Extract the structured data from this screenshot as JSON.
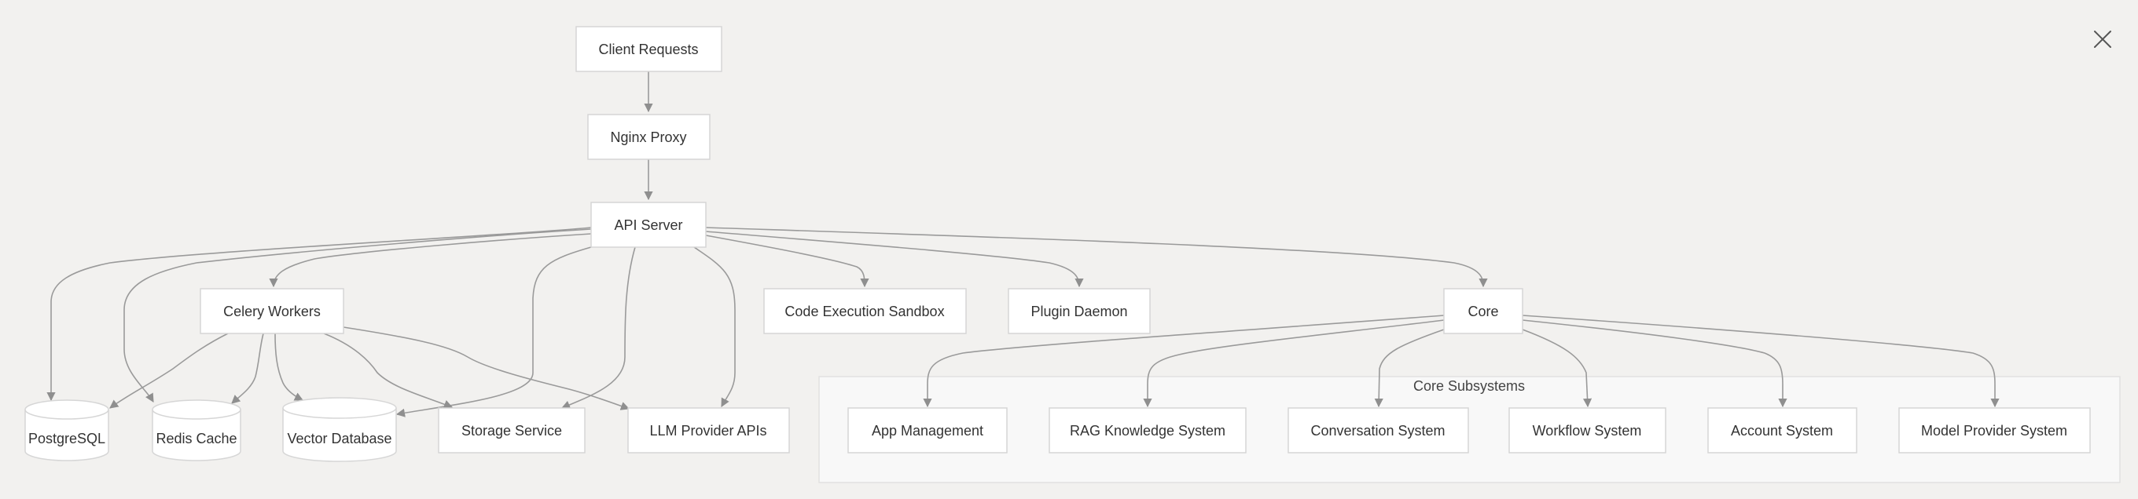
{
  "diagram": {
    "nodes": {
      "client": "Client Requests",
      "nginx": "Nginx Proxy",
      "api": "API Server",
      "celery": "Celery Workers",
      "sandbox": "Code Execution Sandbox",
      "plugin": "Plugin Daemon",
      "core": "Core",
      "postgres": "PostgreSQL",
      "redis": "Redis Cache",
      "vector": "Vector Database",
      "storage": "Storage Service",
      "llm": "LLM Provider APIs",
      "app_mgmt": "App Management",
      "rag": "RAG Knowledge System",
      "conversation": "Conversation System",
      "workflow": "Workflow System",
      "account": "Account System",
      "model_provider": "Model Provider System"
    },
    "cluster": {
      "label": "Core Subsystems"
    },
    "edges": [
      [
        "client",
        "nginx"
      ],
      [
        "nginx",
        "api"
      ],
      [
        "api",
        "postgres"
      ],
      [
        "api",
        "redis"
      ],
      [
        "api",
        "celery"
      ],
      [
        "api",
        "vector"
      ],
      [
        "api",
        "storage"
      ],
      [
        "api",
        "llm"
      ],
      [
        "api",
        "sandbox"
      ],
      [
        "api",
        "plugin"
      ],
      [
        "api",
        "core"
      ],
      [
        "celery",
        "postgres"
      ],
      [
        "celery",
        "redis"
      ],
      [
        "celery",
        "vector"
      ],
      [
        "celery",
        "storage"
      ],
      [
        "celery",
        "llm"
      ],
      [
        "core",
        "app_mgmt"
      ],
      [
        "core",
        "rag"
      ],
      [
        "core",
        "conversation"
      ],
      [
        "core",
        "workflow"
      ],
      [
        "core",
        "account"
      ],
      [
        "core",
        "model_provider"
      ]
    ]
  },
  "toolbar": {
    "close_icon": "close-icon"
  }
}
